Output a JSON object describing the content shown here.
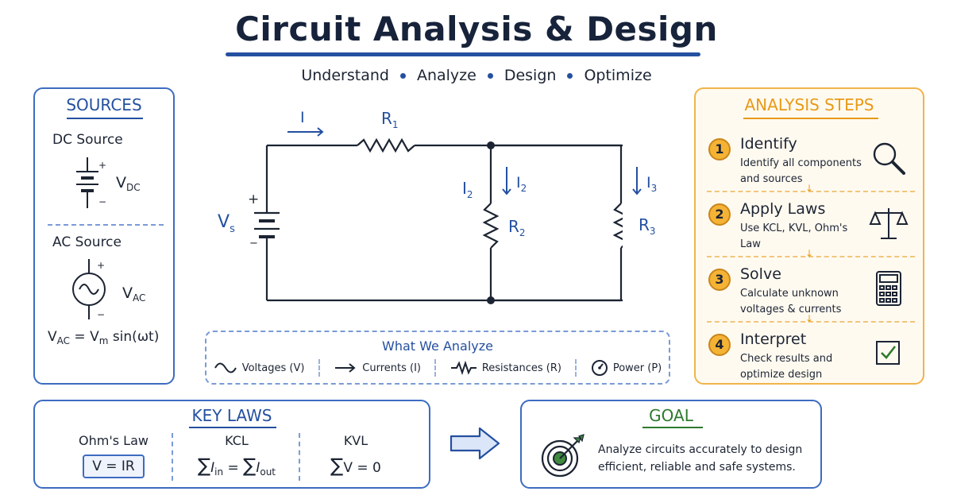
{
  "header": {
    "title": "Circuit Analysis & Design",
    "subtitle": [
      "Understand",
      "Analyze",
      "Design",
      "Optimize"
    ]
  },
  "sources": {
    "title": "SOURCES",
    "dc": {
      "label": "DC Source",
      "symbol": "V",
      "symbol_sub": "DC",
      "plus": "+",
      "minus": "−"
    },
    "ac": {
      "label": "AC Source",
      "symbol": "V",
      "symbol_sub": "AC",
      "plus": "+",
      "minus": "−"
    },
    "ac_equation": {
      "lhs": "V",
      "lhs_sub": "AC",
      "mid": " = V",
      "mid_sub": "m",
      "rhs": " sin(ωt)"
    }
  },
  "circuit": {
    "source_label": "V",
    "source_sub": "s",
    "plus": "+",
    "minus": "−",
    "current_main": "I",
    "r1": "R",
    "r1_sub": "1",
    "r2": "R",
    "r2_sub": "2",
    "r3": "R",
    "r3_sub": "3",
    "i2_left": "I",
    "i2_left_sub": "2",
    "i2_arrow": "I",
    "i2_arrow_sub": "2",
    "i3_arrow": "I",
    "i3_arrow_sub": "3"
  },
  "analyze": {
    "title": "What We Analyze",
    "items": [
      {
        "label": "Voltages (V)",
        "icon": "sine-wave-icon"
      },
      {
        "label": "Currents (I)",
        "icon": "arrow-right-icon"
      },
      {
        "label": "Resistances (R)",
        "icon": "resistor-icon"
      },
      {
        "label": "Power (P)",
        "icon": "gauge-icon"
      }
    ]
  },
  "steps": {
    "title": "ANALYSIS STEPS",
    "items": [
      {
        "num": "1",
        "title": "Identify",
        "desc": "Identify all components and sources",
        "icon": "magnifier-icon"
      },
      {
        "num": "2",
        "title": "Apply Laws",
        "desc": "Use KCL, KVL, Ohm's Law",
        "icon": "scales-icon"
      },
      {
        "num": "3",
        "title": "Solve",
        "desc": "Calculate unknown voltages & currents",
        "icon": "calculator-icon"
      },
      {
        "num": "4",
        "title": "Interpret",
        "desc": "Check results and optimize design",
        "icon": "checkbox-icon"
      }
    ]
  },
  "laws": {
    "title": "KEY LAWS",
    "ohm": {
      "name": "Ohm's Law",
      "eq": "V = IR"
    },
    "kcl": {
      "name": "KCL",
      "sum": "∑",
      "lhs": "I",
      "lhs_sub": "in",
      "eq": " = ",
      "rhs": "I",
      "rhs_sub": "out"
    },
    "kvl": {
      "name": "KVL",
      "sum": "∑",
      "eq": "V = 0"
    }
  },
  "goal": {
    "title": "GOAL",
    "text": "Analyze circuits accurately to design efficient, reliable and safe systems."
  },
  "colors": {
    "accent_blue": "#2450a0",
    "accent_orange": "#e89a18",
    "accent_green": "#2d7a2d"
  }
}
